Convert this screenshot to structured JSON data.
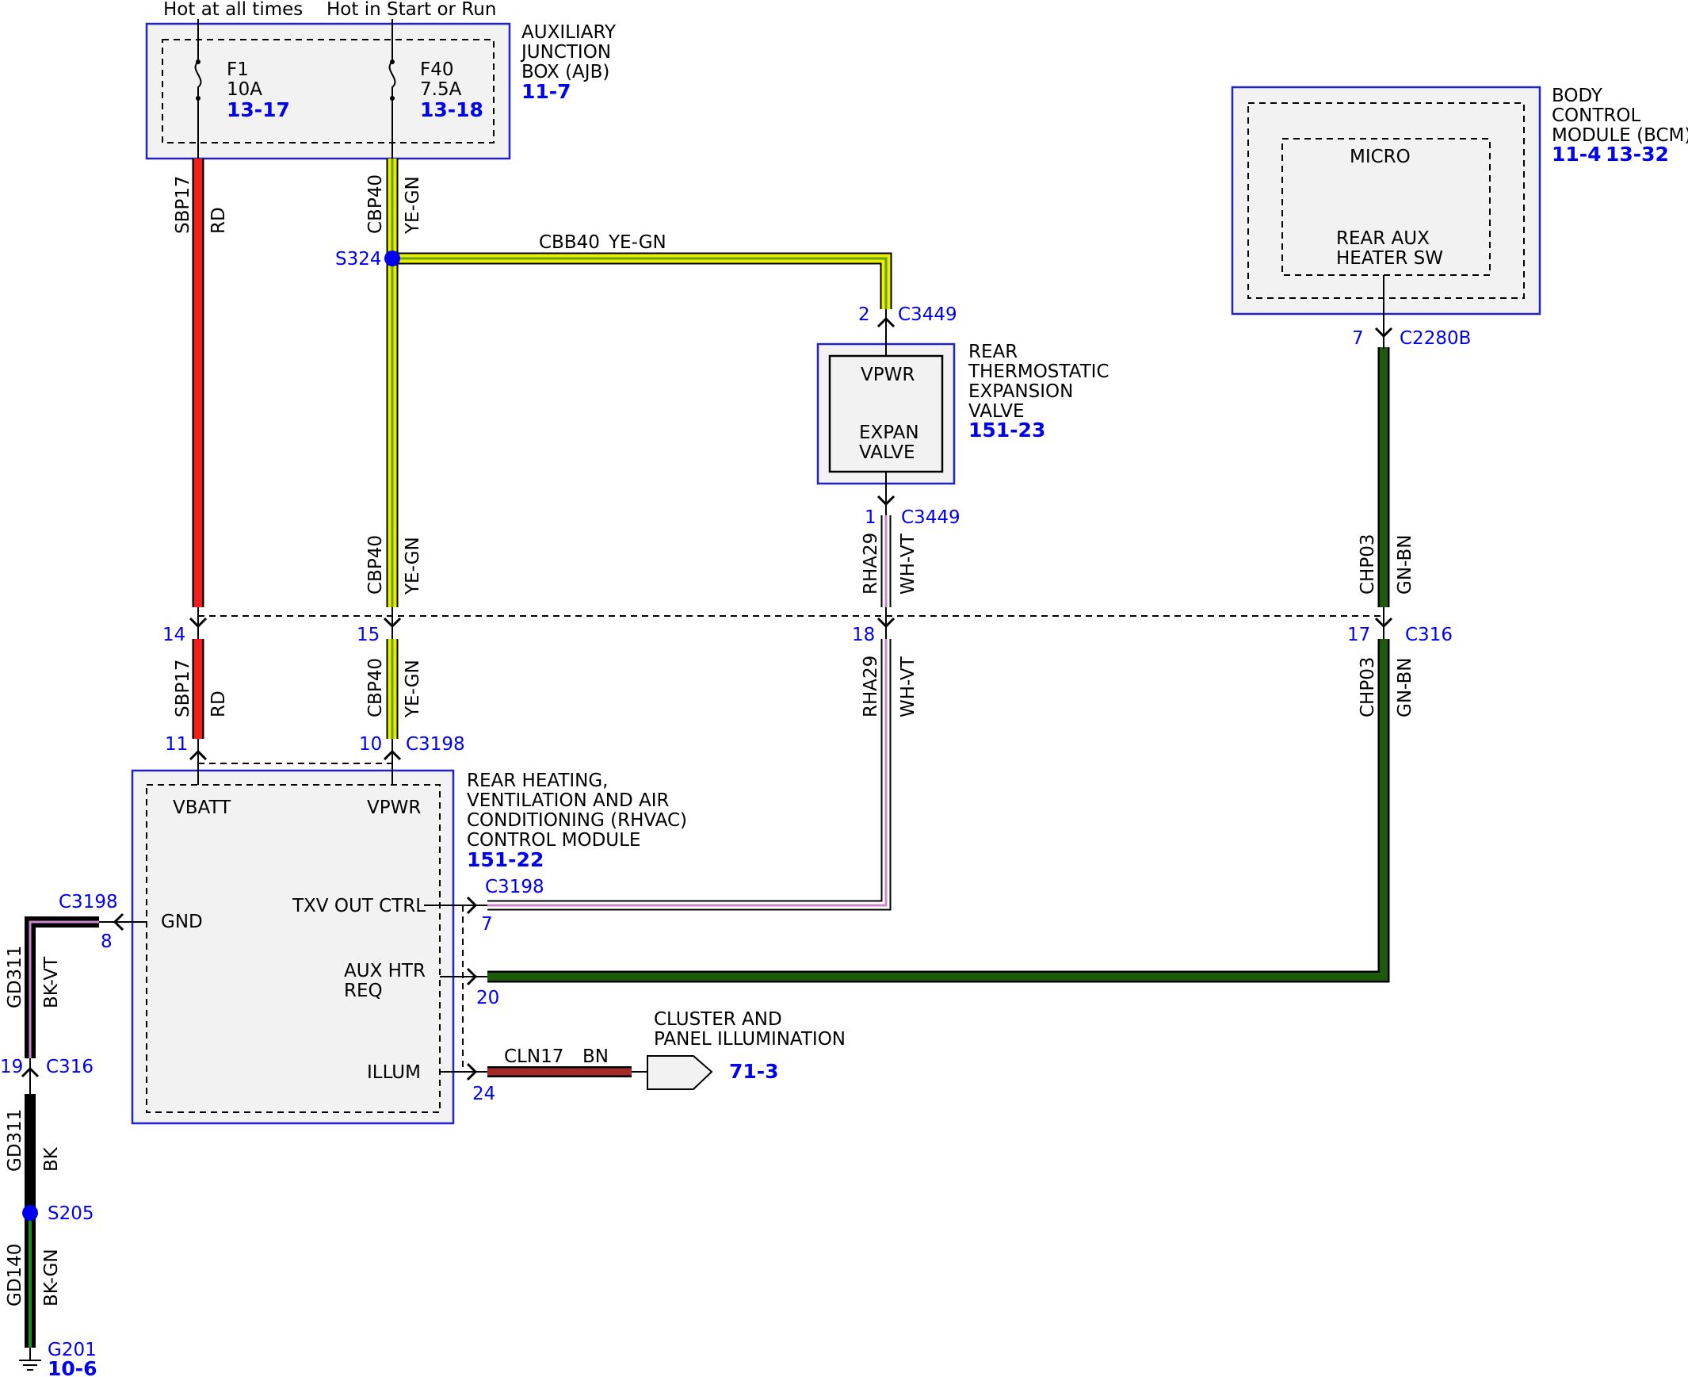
{
  "power_sources": {
    "hot_at_all_times": "Hot at all times",
    "hot_in_start_or_run": "Hot in Start or Run"
  },
  "components": {
    "ajb": {
      "line1": "AUXILIARY",
      "line2": "JUNCTION",
      "line3": "BOX (AJB)",
      "ref": "11-7"
    },
    "bcm": {
      "line1": "BODY",
      "line2": "CONTROL",
      "line3": "MODULE (BCM)",
      "ref1": "11-4",
      "ref2": "13-32",
      "micro": "MICRO",
      "pin_line1": "REAR AUX",
      "pin_line2": "HEATER SW"
    },
    "txv": {
      "line1": "REAR",
      "line2": "THERMOSTATIC",
      "line3": "EXPANSION",
      "line4": "VALVE",
      "ref": "151-23",
      "pin_top": "VPWR",
      "pin_bottom1": "EXPAN",
      "pin_bottom2": "VALVE"
    },
    "rhvac": {
      "line1": "REAR HEATING,",
      "line2": "VENTILATION AND AIR",
      "line3": "CONDITIONING (RHVAC)",
      "line4": "CONTROL MODULE",
      "ref": "151-22",
      "pin_vbatt": "VBATT",
      "pin_vpwr": "VPWR",
      "pin_gnd": "GND",
      "pin_txv": "TXV OUT CTRL",
      "pin_aux1": "AUX HTR",
      "pin_aux2": "REQ",
      "pin_illum": "ILLUM"
    },
    "cluster": {
      "line1": "CLUSTER AND",
      "line2": "PANEL ILLUMINATION",
      "ref": "71-3"
    }
  },
  "fuses": {
    "f1": {
      "name": "F1",
      "rating": "10A",
      "ref": "13-17"
    },
    "f40": {
      "name": "F40",
      "rating": "7.5A",
      "ref": "13-18"
    }
  },
  "wires": {
    "sbp17": {
      "circuit": "SBP17",
      "color": "RD"
    },
    "cbp40": {
      "circuit": "CBP40",
      "color": "YE-GN"
    },
    "cbb40": {
      "circuit": "CBB40",
      "color": "YE-GN"
    },
    "rha29": {
      "circuit": "RHA29",
      "color": "WH-VT"
    },
    "chp03": {
      "circuit": "CHP03",
      "color": "GN-BN"
    },
    "gd311_a": {
      "circuit": "GD311",
      "color": "BK-VT"
    },
    "gd311_b": {
      "circuit": "GD311",
      "color": "BK"
    },
    "gd140": {
      "circuit": "GD140",
      "color": "BK-GN"
    },
    "cln17": {
      "circuit": "CLN17",
      "color": "BN"
    }
  },
  "connectors": {
    "c3449": "C3449",
    "c2280b": "C2280B",
    "c316": "C316",
    "c3198": "C3198"
  },
  "pins": {
    "c3449_vpwr": "2",
    "c3449_valve": "1",
    "c2280b": "7",
    "c316_sbp17": "14",
    "c316_cbp40": "15",
    "c316_rha29": "18",
    "c316_chp03": "17",
    "c316_gd311": "19",
    "c3198_vbatt": "11",
    "c3198_vpwr": "10",
    "c3198_txv": "7",
    "c3198_aux": "20",
    "c3198_illum": "24",
    "c3198_gnd": "8"
  },
  "splices": {
    "s324": "S324",
    "s205": "S205"
  },
  "ground": {
    "name": "G201",
    "ref": "10-6"
  },
  "colors": {
    "red": "#ff1a1a",
    "yellow": "#e8f000",
    "yellow_green": "#8bc400",
    "white": "#ffffff",
    "violet": "#cc88cc",
    "green": "#1a5c0a",
    "brown": "#a52a2a",
    "black": "#000000",
    "box_border": "#2222cc",
    "box_fill": "#f2f2f2",
    "ref_blue": "#0000ee"
  }
}
